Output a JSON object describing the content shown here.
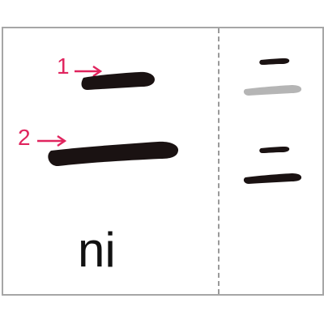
{
  "character": {
    "glyph": "二",
    "reading": "ni",
    "stroke_labels": [
      "1",
      "2"
    ]
  },
  "colors": {
    "stroke": "#1a1212",
    "stroke_order_label": "#e0245e",
    "faded_stroke": "#b5b5b5",
    "border": "#a6a6a6",
    "divider": "#9a9a9a"
  }
}
